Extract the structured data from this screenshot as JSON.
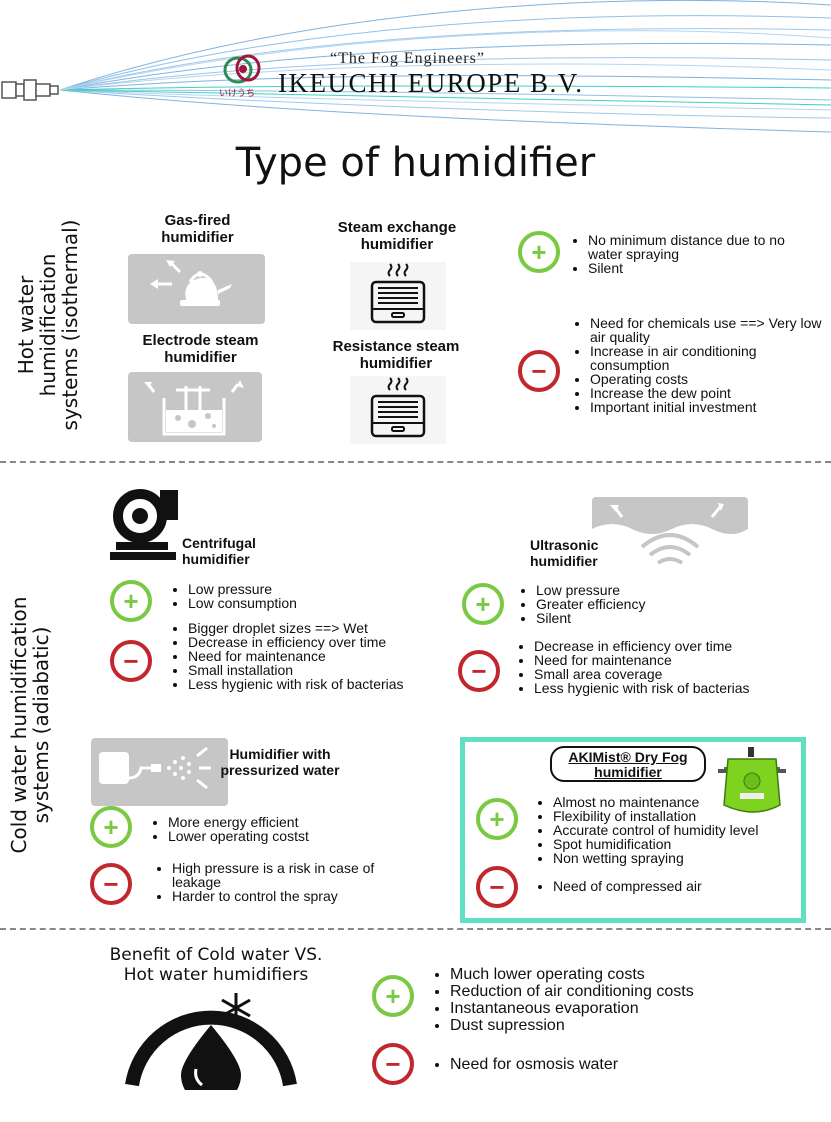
{
  "header": {
    "tagline": "“The Fog Engineers”",
    "company": "IKEUCHI EUROPE B.V.",
    "logo_text": "いけうち"
  },
  "title": "Type of humidifier",
  "hot_section": {
    "label_lines": [
      "Hot water",
      "humidification",
      "systems (isothermal)"
    ],
    "products": [
      {
        "title": "Gas-fired humidifier",
        "icon": "kettle-icon"
      },
      {
        "title": "Electrode steam humidifier",
        "icon": "electrode-tank-icon"
      },
      {
        "title": "Steam exchange humidifier",
        "icon": "steam-box-icon"
      },
      {
        "title": "Resistance steam humidifier",
        "icon": "steam-box-icon"
      }
    ],
    "pros": [
      "No minimum distance due to no water spraying",
      "Silent"
    ],
    "cons": [
      "Need for chemicals use ==> Very low air quality",
      "Increase in air conditioning consumption",
      "Operating costs",
      "Increase the dew point",
      "Important initial investment"
    ]
  },
  "cold_section": {
    "label_lines": [
      "Cold water humidification",
      "systems (adiabatic)"
    ],
    "centrifugal": {
      "title": "Centrifugal humidifier",
      "pros": [
        "Low pressure",
        "Low consumption"
      ],
      "cons": [
        "Bigger droplet sizes ==> Wet",
        "Decrease in efficiency over time",
        "Need for maintenance",
        "Small installation",
        "Less hygienic with risk of bacterias"
      ]
    },
    "ultrasonic": {
      "title": "Ultrasonic humidifier",
      "pros": [
        "Low pressure",
        "Greater efficiency",
        "Silent"
      ],
      "cons": [
        "Decrease in efficiency over time",
        "Need for maintenance",
        "Small area coverage",
        "Less hygienic with risk of bacterias"
      ]
    },
    "pressurized": {
      "title": "Humidifier with pressurized water",
      "pros": [
        "More energy efficient",
        "Lower operating costst"
      ],
      "cons": [
        "High pressure is a risk in case of leakage",
        "Harder to control the spray"
      ]
    },
    "akimist": {
      "title_line1": "AKIMist® Dry Fog",
      "title_line2": "humidifier",
      "pros": [
        "Almost no maintenance",
        "Flexibility of installation",
        "Accurate control of humidity level",
        "Spot humidification",
        "Non wetting spraying"
      ],
      "cons": [
        "Need of compressed air"
      ]
    }
  },
  "benefit": {
    "title_line1": "Benefit of Cold water VS.",
    "title_line2": "Hot water humidifiers",
    "pros": [
      "Much lower operating costs",
      "Reduction of air conditioning costs",
      "Instantaneous evaporation",
      "Dust supression"
    ],
    "cons": [
      "Need for osmosis water"
    ]
  },
  "symbols": {
    "plus": "+",
    "minus": "−"
  },
  "colors": {
    "plus": "#7ac943",
    "minus": "#c1272d",
    "frame": "#5fe0c4",
    "logo": "#a0163b"
  }
}
